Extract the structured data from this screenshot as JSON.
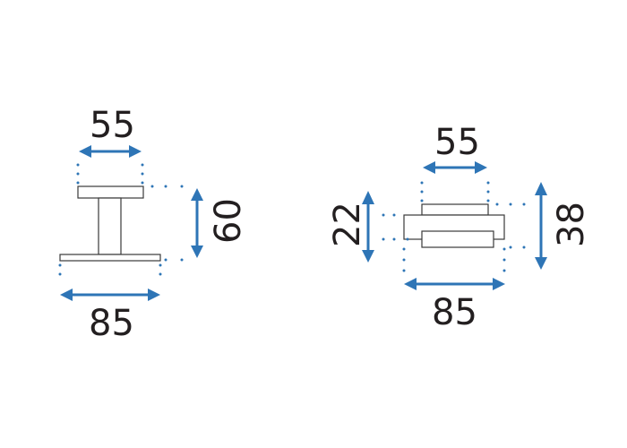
{
  "front_view": {
    "top_width": "55",
    "height": "60",
    "base_width": "85"
  },
  "top_view": {
    "top_width": "55",
    "inner_height": "22",
    "outer_height": "38",
    "base_width": "85"
  },
  "colors": {
    "dimension_blue": "#2e75b6",
    "outline": "#3a3a3a",
    "text": "#231f20"
  }
}
